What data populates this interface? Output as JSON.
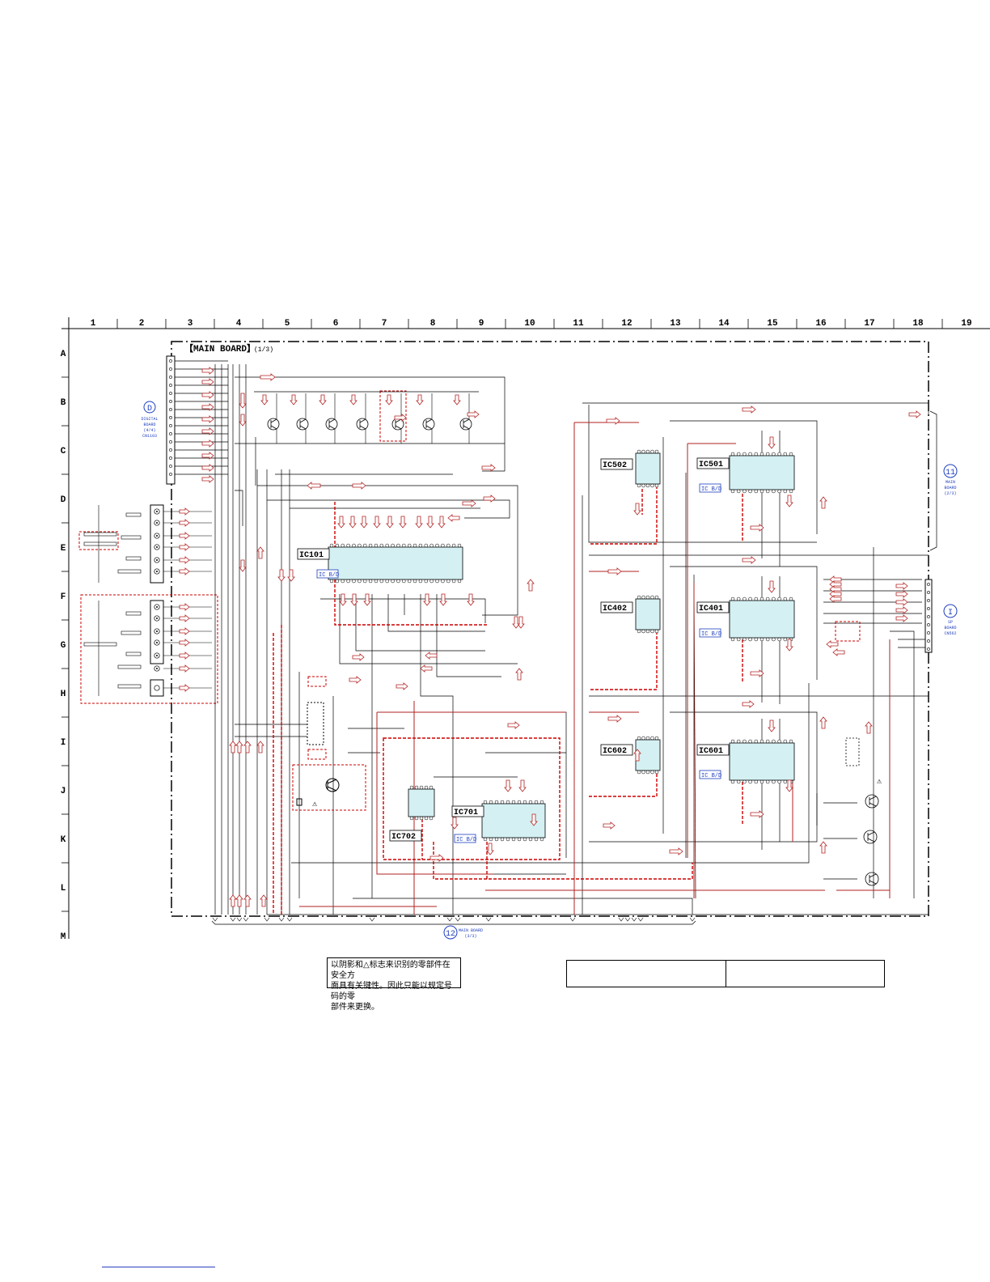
{
  "header": {
    "columns": [
      "1",
      "2",
      "3",
      "4",
      "5",
      "6",
      "7",
      "8",
      "9",
      "10",
      "11",
      "12",
      "13",
      "14",
      "15",
      "16",
      "17",
      "18",
      "19"
    ],
    "rows": [
      "A",
      "B",
      "C",
      "D",
      "E",
      "F",
      "G",
      "H",
      "I",
      "J",
      "K",
      "L",
      "M"
    ]
  },
  "board": {
    "title": "【MAIN BOARD】",
    "sheet": "(1/3)"
  },
  "connectors": {
    "digital": {
      "badge": "D",
      "lines": [
        "DIGITAL",
        "BOARD",
        "(4/4)",
        "CN1103"
      ]
    },
    "main_2": {
      "badge": "11",
      "lines": [
        "MAIN",
        "BOARD",
        "(2/3)"
      ]
    },
    "sp": {
      "badge": "I",
      "lines": [
        "SP",
        "BOARD",
        "CN562"
      ]
    },
    "main_3": {
      "badge": "12",
      "lines": [
        "MAIN BOARD",
        "(3/3)"
      ]
    }
  },
  "ics": [
    {
      "label": "IC101",
      "tag": "IC B/D"
    },
    {
      "label": "IC502",
      "tag": ""
    },
    {
      "label": "IC501",
      "tag": "IC B/D"
    },
    {
      "label": "IC402",
      "tag": ""
    },
    {
      "label": "IC401",
      "tag": "IC B/D"
    },
    {
      "label": "IC602",
      "tag": ""
    },
    {
      "label": "IC601",
      "tag": "IC B/D"
    },
    {
      "label": "IC701",
      "tag": "IC B/D"
    },
    {
      "label": "IC702",
      "tag": ""
    }
  ],
  "note": {
    "lines": [
      "以阴影和△标志来识别的零部件在安全方",
      "面具有关键性。因此只能以规定号码的零",
      "部件来更换。"
    ]
  },
  "colors": {
    "trace": "#000000",
    "signal": "#b22222",
    "highlight": "#cc0000",
    "ic_fill": "#d4f0f2",
    "connector": "#1f3fbf"
  }
}
